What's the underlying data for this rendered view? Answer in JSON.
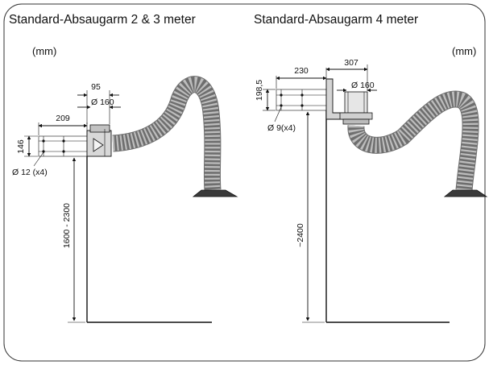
{
  "frame": {
    "border_color": "#333333"
  },
  "left_arm": {
    "title": "Standard-Absaugarm 2 & 3 meter",
    "unit": "(mm)",
    "dims": {
      "bracket_width": "209",
      "bracket_height": "146",
      "offset": "95",
      "diameter": "Ø 160",
      "holes": "Ø 12 (x4)",
      "mount_height": "1600 - 2300"
    }
  },
  "right_arm": {
    "title": "Standard-Absaugarm 4 meter",
    "unit": "(mm)",
    "dims": {
      "bracket_width": "230",
      "offset": "307",
      "bracket_height": "198,5",
      "diameter": "Ø 160",
      "holes": "Ø 9(x4)",
      "mount_height": "~2400"
    }
  },
  "colors": {
    "hose_dark": "#6e6e6e",
    "hose_light": "#b4b4b4",
    "line": "#111111"
  }
}
